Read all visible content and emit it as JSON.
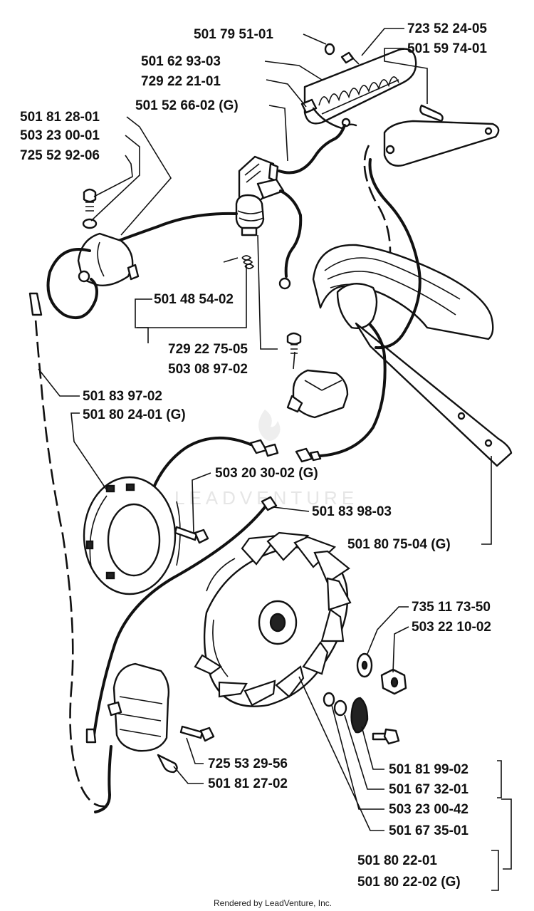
{
  "labels": {
    "p_501_79_51_01": "501 79 51-01",
    "p_723_52_24_05": "723 52 24-05",
    "p_501_59_74_01": "501 59 74-01",
    "p_501_62_93_03": "501 62 93-03",
    "p_729_22_21_01": "729 22 21-01",
    "p_501_52_66_02": "501 52 66-02 (G)",
    "p_501_81_28_01": "501 81 28-01",
    "p_503_23_00_01": "503 23 00-01",
    "p_725_52_92_06": "725 52 92-06",
    "p_501_48_54_02": "501 48 54-02",
    "p_729_22_75_05": "729 22 75-05",
    "p_503_08_97_02": "503 08 97-02",
    "p_501_83_97_02": "501 83 97-02",
    "p_501_80_24_01": "501 80 24-01 (G)",
    "p_503_20_30_02": "503 20 30-02 (G)",
    "p_501_83_98_03": "501 83 98-03",
    "p_501_80_75_04": "501 80 75-04 (G)",
    "p_735_11_73_50": "735 11 73-50",
    "p_503_22_10_02": "503 22 10-02",
    "p_725_53_29_56": "725 53 29-56",
    "p_501_81_27_02": "501 81 27-02",
    "p_501_81_99_02": "501 81 99-02",
    "p_501_67_32_01": "501 67 32-01",
    "p_503_23_00_42": "503 23 00-42",
    "p_501_67_35_01": "501 67 35-01",
    "p_501_80_22_01": "501 80 22-01",
    "p_501_80_22_02": "501 80 22-02 (G)"
  },
  "watermark": "LEADVENTURE",
  "footer": "Rendered by LeadVenture, Inc."
}
